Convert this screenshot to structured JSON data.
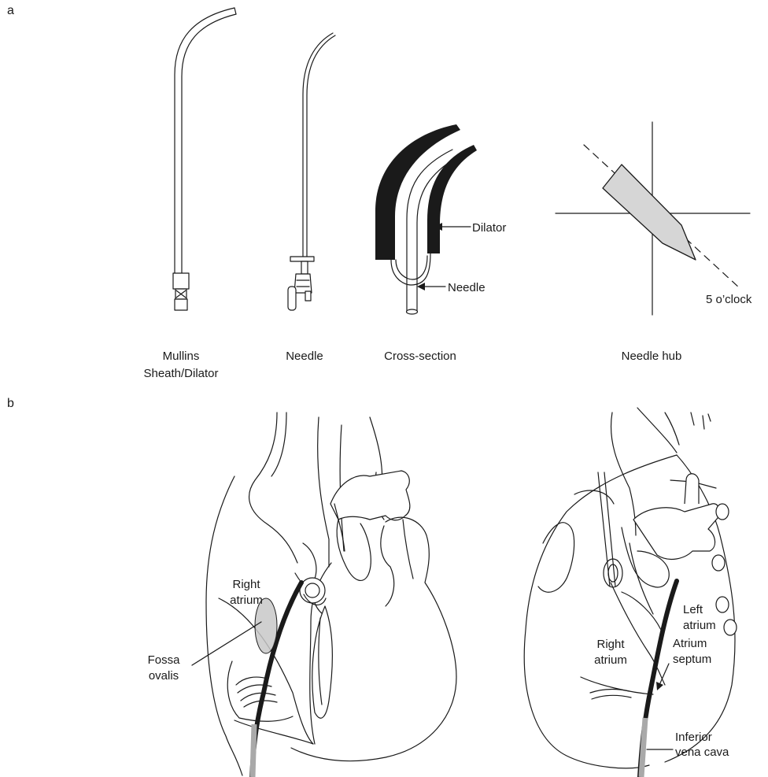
{
  "panels": {
    "a": "a",
    "b": "b"
  },
  "panel_a": {
    "captions": {
      "mullins_line1": "Mullins",
      "mullins_line2": "Sheath/Dilator",
      "needle": "Needle",
      "cross_section": "Cross-section",
      "needle_hub": "Needle hub"
    },
    "callouts": {
      "dilator": "Dilator",
      "needle": "Needle",
      "five_oclock": "5 o’clock"
    }
  },
  "panel_b": {
    "left_view": {
      "right_atrium_line1": "Right",
      "right_atrium_line2": "atrium",
      "fossa_line1": "Fossa",
      "fossa_line2": "ovalis"
    },
    "right_view": {
      "left_atrium_line1": "Left",
      "left_atrium_line2": "atrium",
      "right_atrium_line1": "Right",
      "right_atrium_line2": "atrium",
      "septum_line1": "Atrium",
      "septum_line2": "septum",
      "ivc_line1": "Inferior",
      "ivc_line2": "vena cava"
    }
  },
  "colors": {
    "ink": "#1a1a1a",
    "shaded": "#a9a9a9",
    "needle_hub_fill": "#d6d6d6"
  }
}
